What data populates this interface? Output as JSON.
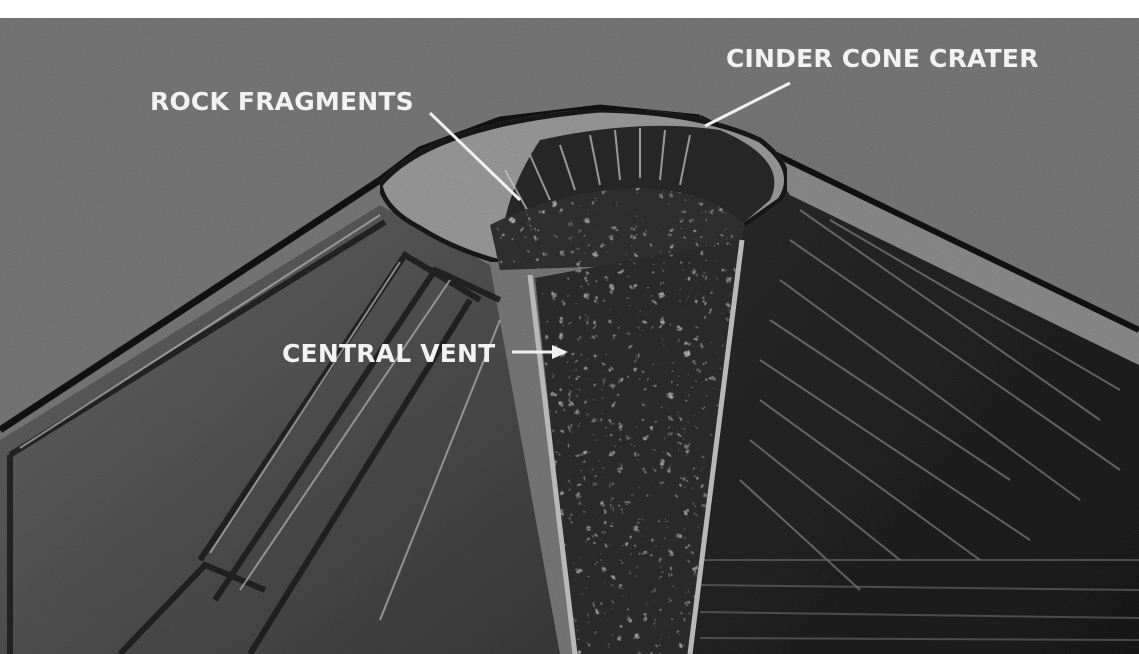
{
  "diagram": {
    "labels": {
      "crater": "CINDER CONE CRATER",
      "fragments": "ROCK FRAGMENTS",
      "vent": "CENTRAL VENT"
    }
  }
}
